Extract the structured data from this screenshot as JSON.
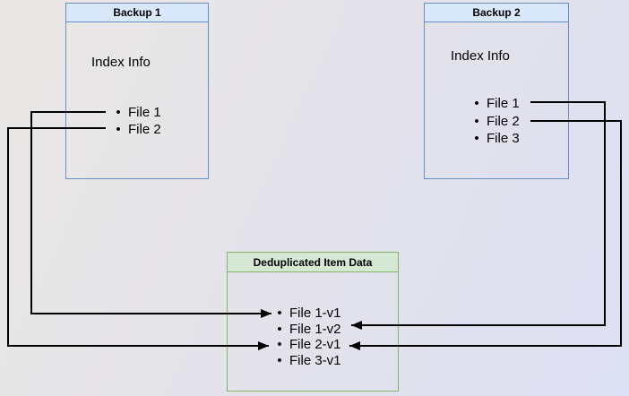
{
  "diagram": {
    "backup1": {
      "title": "Backup 1",
      "section_label": "Index Info",
      "items": [
        "File 1",
        "File 2"
      ]
    },
    "backup2": {
      "title": "Backup 2",
      "section_label": "Index Info",
      "items": [
        "File 1",
        "File 2",
        "File 3"
      ]
    },
    "dedup": {
      "title": "Deduplicated Item Data",
      "items": [
        "File 1-v1",
        "File 1-v2",
        "File 2-v1",
        "File 3-v1"
      ]
    },
    "edges": [
      {
        "from": "Backup 1 / File 1",
        "to": "Deduplicated Item Data / File 1-v1"
      },
      {
        "from": "Backup 1 / File 2",
        "to": "Deduplicated Item Data / File 2-v1"
      },
      {
        "from": "Backup 2 / File 1",
        "to": "Deduplicated Item Data / File 1-v2"
      },
      {
        "from": "Backup 2 / File 2",
        "to": "Deduplicated Item Data / File 2-v1"
      }
    ],
    "colors": {
      "backup_header_fill": "#dae8fc",
      "backup_border": "#6c8ebf",
      "dedup_header_fill": "#d5e8d4",
      "dedup_border": "#82b366",
      "edge_color": "#000000"
    }
  }
}
